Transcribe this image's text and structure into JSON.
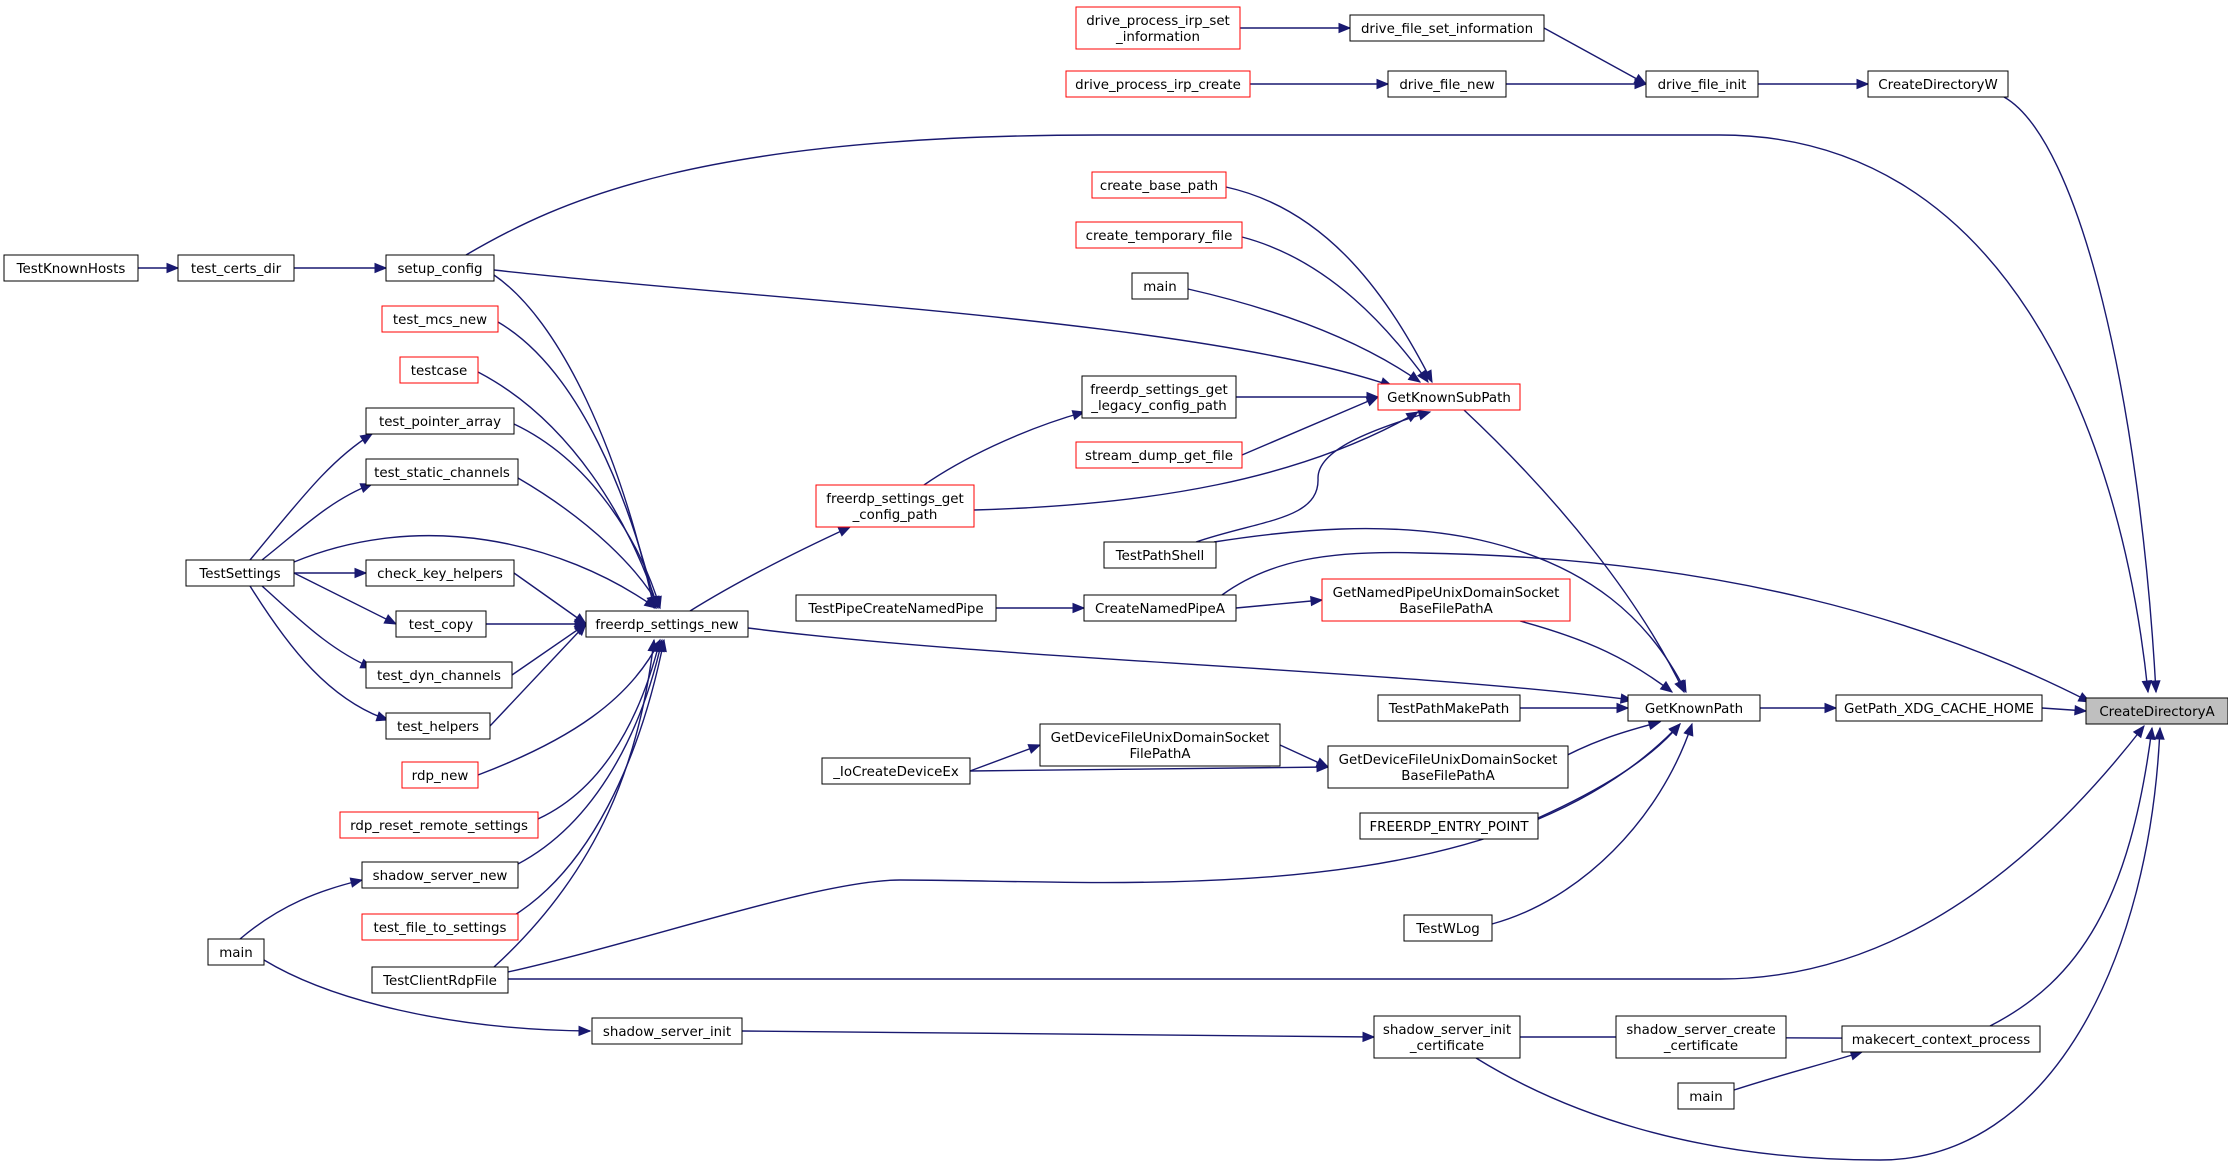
{
  "graph": {
    "colors": {
      "edge": "#191970",
      "border_normal": "#000000",
      "border_truncated": "#ff0000",
      "highlight_fill": "#bfbfbf",
      "fill": "#ffffff"
    },
    "nodes": [
      {
        "id": "CreateDirectoryA",
        "lines": [
          "CreateDirectoryA"
        ],
        "kind": "root"
      },
      {
        "id": "CreateDirectoryW",
        "lines": [
          "CreateDirectoryW"
        ],
        "kind": "normal"
      },
      {
        "id": "drive_file_init",
        "lines": [
          "drive_file_init"
        ],
        "kind": "normal"
      },
      {
        "id": "drive_file_set_information",
        "lines": [
          "drive_file_set_information"
        ],
        "kind": "normal"
      },
      {
        "id": "drive_process_irp_set_information",
        "lines": [
          "drive_process_irp_set",
          "_information"
        ],
        "kind": "truncated"
      },
      {
        "id": "drive_file_new",
        "lines": [
          "drive_file_new"
        ],
        "kind": "normal"
      },
      {
        "id": "drive_process_irp_create",
        "lines": [
          "drive_process_irp_create"
        ],
        "kind": "truncated"
      },
      {
        "id": "TestKnownHosts",
        "lines": [
          "TestKnownHosts"
        ],
        "kind": "normal"
      },
      {
        "id": "test_certs_dir",
        "lines": [
          "test_certs_dir"
        ],
        "kind": "normal"
      },
      {
        "id": "setup_config",
        "lines": [
          "setup_config"
        ],
        "kind": "normal"
      },
      {
        "id": "create_base_path",
        "lines": [
          "create_base_path"
        ],
        "kind": "truncated"
      },
      {
        "id": "create_temporary_file",
        "lines": [
          "create_temporary_file"
        ],
        "kind": "truncated"
      },
      {
        "id": "main_top",
        "lines": [
          "main"
        ],
        "kind": "normal"
      },
      {
        "id": "test_mcs_new",
        "lines": [
          "test_mcs_new"
        ],
        "kind": "truncated"
      },
      {
        "id": "testcase",
        "lines": [
          "testcase"
        ],
        "kind": "truncated"
      },
      {
        "id": "freerdp_settings_get_legacy_config_path",
        "lines": [
          "freerdp_settings_get",
          "_legacy_config_path"
        ],
        "kind": "normal"
      },
      {
        "id": "GetKnownSubPath",
        "lines": [
          "GetKnownSubPath"
        ],
        "kind": "truncated"
      },
      {
        "id": "test_pointer_array",
        "lines": [
          "test_pointer_array"
        ],
        "kind": "normal"
      },
      {
        "id": "stream_dump_get_file",
        "lines": [
          "stream_dump_get_file"
        ],
        "kind": "truncated"
      },
      {
        "id": "test_static_channels",
        "lines": [
          "test_static_channels"
        ],
        "kind": "normal"
      },
      {
        "id": "freerdp_settings_get_config_path",
        "lines": [
          "freerdp_settings_get",
          "_config_path"
        ],
        "kind": "truncated"
      },
      {
        "id": "TestPathShell",
        "lines": [
          "TestPathShell"
        ],
        "kind": "normal"
      },
      {
        "id": "TestSettings",
        "lines": [
          "TestSettings"
        ],
        "kind": "normal"
      },
      {
        "id": "check_key_helpers",
        "lines": [
          "check_key_helpers"
        ],
        "kind": "normal"
      },
      {
        "id": "GetNamedPipeUnixDomainSocketBaseFilePathA",
        "lines": [
          "GetNamedPipeUnixDomainSocket",
          "BaseFilePathA"
        ],
        "kind": "truncated"
      },
      {
        "id": "TestPipeCreateNamedPipe",
        "lines": [
          "TestPipeCreateNamedPipe"
        ],
        "kind": "normal"
      },
      {
        "id": "CreateNamedPipeA",
        "lines": [
          "CreateNamedPipeA"
        ],
        "kind": "normal"
      },
      {
        "id": "test_copy",
        "lines": [
          "test_copy"
        ],
        "kind": "normal"
      },
      {
        "id": "freerdp_settings_new",
        "lines": [
          "freerdp_settings_new"
        ],
        "kind": "normal"
      },
      {
        "id": "test_dyn_channels",
        "lines": [
          "test_dyn_channels"
        ],
        "kind": "normal"
      },
      {
        "id": "TestPathMakePath",
        "lines": [
          "TestPathMakePath"
        ],
        "kind": "normal"
      },
      {
        "id": "GetKnownPath",
        "lines": [
          "GetKnownPath"
        ],
        "kind": "normal"
      },
      {
        "id": "GetPath_XDG_CACHE_HOME",
        "lines": [
          "GetPath_XDG_CACHE_HOME"
        ],
        "kind": "normal"
      },
      {
        "id": "test_helpers",
        "lines": [
          "test_helpers"
        ],
        "kind": "normal"
      },
      {
        "id": "GetDeviceFileUnixDomainSocketFilePathA",
        "lines": [
          "GetDeviceFileUnixDomainSocket",
          "FilePathA"
        ],
        "kind": "normal"
      },
      {
        "id": "GetDeviceFileUnixDomainSocketBaseFilePathA",
        "lines": [
          "GetDeviceFileUnixDomainSocket",
          "BaseFilePathA"
        ],
        "kind": "normal"
      },
      {
        "id": "_IoCreateDeviceEx",
        "lines": [
          "_IoCreateDeviceEx"
        ],
        "kind": "normal"
      },
      {
        "id": "rdp_new",
        "lines": [
          "rdp_new"
        ],
        "kind": "truncated"
      },
      {
        "id": "rdp_reset_remote_settings",
        "lines": [
          "rdp_reset_remote_settings"
        ],
        "kind": "truncated"
      },
      {
        "id": "FREERDP_ENTRY_POINT",
        "lines": [
          "FREERDP_ENTRY_POINT"
        ],
        "kind": "normal"
      },
      {
        "id": "shadow_server_new",
        "lines": [
          "shadow_server_new"
        ],
        "kind": "normal"
      },
      {
        "id": "test_file_to_settings",
        "lines": [
          "test_file_to_settings"
        ],
        "kind": "truncated"
      },
      {
        "id": "TestWLog",
        "lines": [
          "TestWLog"
        ],
        "kind": "normal"
      },
      {
        "id": "main_left",
        "lines": [
          "main"
        ],
        "kind": "normal"
      },
      {
        "id": "TestClientRdpFile",
        "lines": [
          "TestClientRdpFile"
        ],
        "kind": "normal"
      },
      {
        "id": "shadow_server_init",
        "lines": [
          "shadow_server_init"
        ],
        "kind": "normal"
      },
      {
        "id": "shadow_server_init_certificate",
        "lines": [
          "shadow_server_init",
          "_certificate"
        ],
        "kind": "normal"
      },
      {
        "id": "shadow_server_create_certificate",
        "lines": [
          "shadow_server_create",
          "_certificate"
        ],
        "kind": "normal"
      },
      {
        "id": "makecert_context_process",
        "lines": [
          "makecert_context_process"
        ],
        "kind": "normal"
      },
      {
        "id": "main_bottom",
        "lines": [
          "main"
        ],
        "kind": "normal"
      }
    ],
    "edges": [
      [
        "CreateDirectoryW",
        "CreateDirectoryA"
      ],
      [
        "drive_file_init",
        "CreateDirectoryW"
      ],
      [
        "drive_file_set_information",
        "drive_file_init"
      ],
      [
        "drive_file_new",
        "drive_file_init"
      ],
      [
        "drive_process_irp_set_information",
        "drive_file_set_information"
      ],
      [
        "drive_process_irp_create",
        "drive_file_new"
      ],
      [
        "setup_config",
        "CreateDirectoryA"
      ],
      [
        "test_certs_dir",
        "setup_config"
      ],
      [
        "TestKnownHosts",
        "test_certs_dir"
      ],
      [
        "GetKnownSubPath",
        "GetKnownPath"
      ],
      [
        "create_base_path",
        "GetKnownSubPath"
      ],
      [
        "create_temporary_file",
        "GetKnownSubPath"
      ],
      [
        "main_top",
        "GetKnownSubPath"
      ],
      [
        "setup_config",
        "GetKnownSubPath"
      ],
      [
        "freerdp_settings_get_legacy_config_path",
        "GetKnownSubPath"
      ],
      [
        "stream_dump_get_file",
        "GetKnownSubPath"
      ],
      [
        "freerdp_settings_get_config_path",
        "GetKnownSubPath"
      ],
      [
        "TestPathShell",
        "GetKnownSubPath"
      ],
      [
        "freerdp_settings_get_config_path",
        "freerdp_settings_get_legacy_config_path"
      ],
      [
        "freerdp_settings_new",
        "freerdp_settings_get_config_path"
      ],
      [
        "freerdp_settings_new",
        "GetKnownPath"
      ],
      [
        "setup_config",
        "freerdp_settings_new"
      ],
      [
        "test_mcs_new",
        "freerdp_settings_new"
      ],
      [
        "testcase",
        "freerdp_settings_new"
      ],
      [
        "test_pointer_array",
        "freerdp_settings_new"
      ],
      [
        "test_static_channels",
        "freerdp_settings_new"
      ],
      [
        "TestSettings",
        "freerdp_settings_new"
      ],
      [
        "check_key_helpers",
        "freerdp_settings_new"
      ],
      [
        "test_copy",
        "freerdp_settings_new"
      ],
      [
        "test_dyn_channels",
        "freerdp_settings_new"
      ],
      [
        "test_helpers",
        "freerdp_settings_new"
      ],
      [
        "rdp_new",
        "freerdp_settings_new"
      ],
      [
        "rdp_reset_remote_settings",
        "freerdp_settings_new"
      ],
      [
        "shadow_server_new",
        "freerdp_settings_new"
      ],
      [
        "test_file_to_settings",
        "freerdp_settings_new"
      ],
      [
        "TestClientRdpFile",
        "freerdp_settings_new"
      ],
      [
        "TestSettings",
        "test_pointer_array"
      ],
      [
        "TestSettings",
        "test_static_channels"
      ],
      [
        "TestSettings",
        "check_key_helpers"
      ],
      [
        "TestSettings",
        "test_copy"
      ],
      [
        "TestSettings",
        "test_dyn_channels"
      ],
      [
        "TestSettings",
        "test_helpers"
      ],
      [
        "TestPathShell",
        "GetKnownPath"
      ],
      [
        "CreateNamedPipeA",
        "CreateDirectoryA"
      ],
      [
        "CreateNamedPipeA",
        "GetNamedPipeUnixDomainSocketBaseFilePathA"
      ],
      [
        "TestPipeCreateNamedPipe",
        "CreateNamedPipeA"
      ],
      [
        "GetNamedPipeUnixDomainSocketBaseFilePathA",
        "GetKnownPath"
      ],
      [
        "TestPathMakePath",
        "GetKnownPath"
      ],
      [
        "GetKnownPath",
        "GetPath_XDG_CACHE_HOME"
      ],
      [
        "GetPath_XDG_CACHE_HOME",
        "CreateDirectoryA"
      ],
      [
        "GetDeviceFileUnixDomainSocketBaseFilePathA",
        "GetKnownPath"
      ],
      [
        "GetDeviceFileUnixDomainSocketFilePathA",
        "GetDeviceFileUnixDomainSocketBaseFilePathA"
      ],
      [
        "_IoCreateDeviceEx",
        "GetDeviceFileUnixDomainSocketFilePathA"
      ],
      [
        "_IoCreateDeviceEx",
        "GetDeviceFileUnixDomainSocketBaseFilePathA"
      ],
      [
        "FREERDP_ENTRY_POINT",
        "GetKnownPath"
      ],
      [
        "TestClientRdpFile",
        "GetKnownPath"
      ],
      [
        "TestWLog",
        "GetKnownPath"
      ],
      [
        "TestClientRdpFile",
        "CreateDirectoryA"
      ],
      [
        "main_left",
        "shadow_server_new"
      ],
      [
        "main_left",
        "shadow_server_init"
      ],
      [
        "shadow_server_init",
        "shadow_server_init_certificate"
      ],
      [
        "shadow_server_create_certificate",
        "shadow_server_init_certificate"
      ],
      [
        "makecert_context_process",
        "shadow_server_create_certificate"
      ],
      [
        "main_bottom",
        "makecert_context_process"
      ],
      [
        "makecert_context_process",
        "CreateDirectoryA"
      ],
      [
        "shadow_server_init_certificate",
        "CreateDirectoryA"
      ]
    ]
  }
}
